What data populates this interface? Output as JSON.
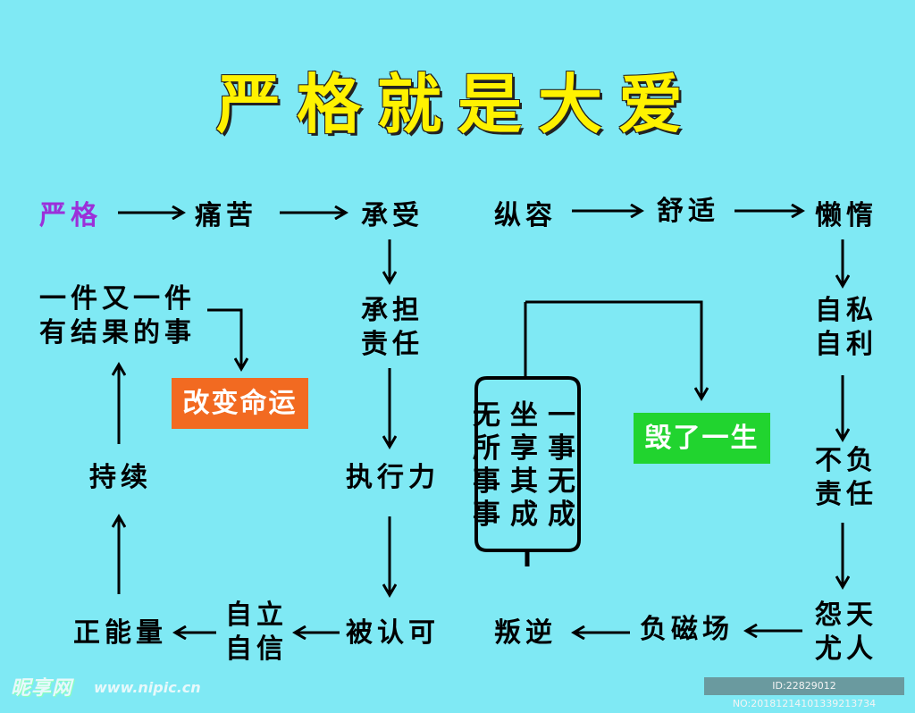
{
  "title": "严格就是大爱",
  "colors": {
    "background": "#7FE9F4",
    "title": "#FFF200",
    "accent_purple": "#9B30D9",
    "orange_box": "#F26A21",
    "green_box": "#21D42F"
  },
  "left_flow": {
    "strict": "严格",
    "pain": "痛苦",
    "endure": "承受",
    "responsibility": [
      "承担",
      "责任"
    ],
    "execution": "执行力",
    "recognized": "被认可",
    "self_reliance": [
      "自立",
      "自信"
    ],
    "positive_energy": "正能量",
    "persist": "持续",
    "accomplishments": [
      "一件又一件",
      "有结果的事"
    ],
    "outcome": "改变命运"
  },
  "right_flow": {
    "indulge": "纵容",
    "comfort": "舒适",
    "laziness": "懒惰",
    "selfish": [
      "自私",
      "自利"
    ],
    "irresponsible": [
      "不负",
      "责任"
    ],
    "complain": [
      "怨天",
      "尤人"
    ],
    "negative_field": "负磁场",
    "rebellion": "叛逆",
    "result_columns": [
      "无所事事",
      "坐享其成",
      "一事无成"
    ],
    "outcome": "毁了一生"
  },
  "watermark": {
    "logo": "昵享网",
    "url": "www.nipic.cn",
    "id_text": "ID:22829012 NO:20181214101339213734"
  }
}
